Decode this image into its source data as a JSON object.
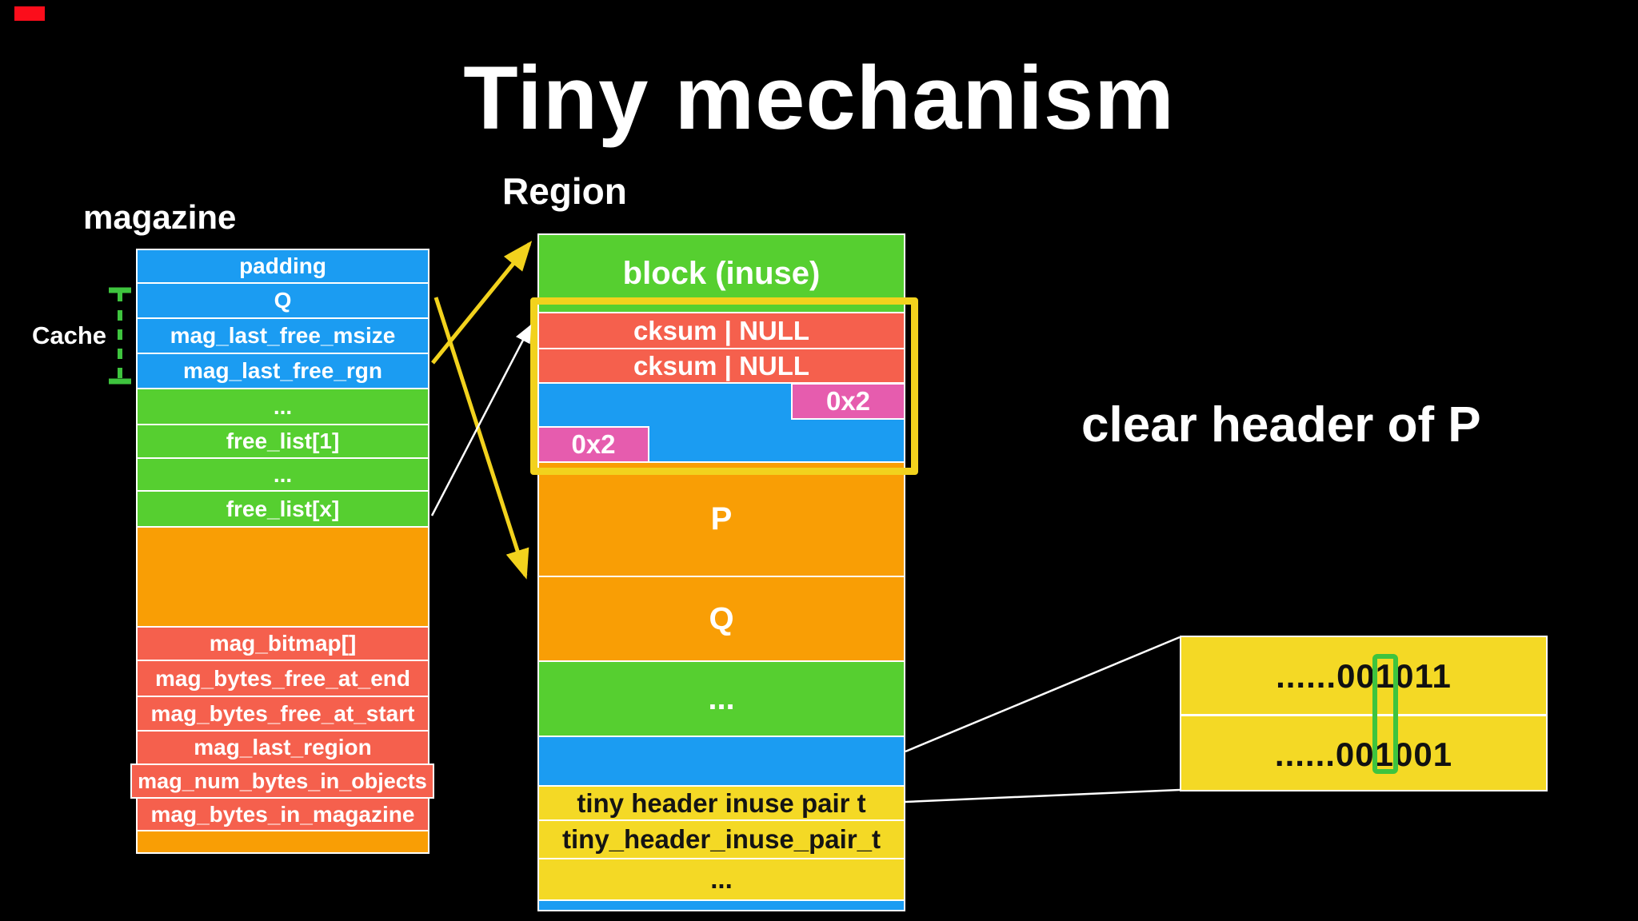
{
  "slide": {
    "title": "Tiny mechanism",
    "annotation": "clear header of P"
  },
  "palette": {
    "blue": "#1b9cf2",
    "green": "#56cf30",
    "orange": "#f99e05",
    "red": "#f5604d",
    "pink": "#e65cae",
    "yellow": "#f4d925",
    "crayon_yellow": "#f2d21d",
    "crayon_green": "#3ec43e",
    "white": "#ffffff",
    "black_bg": "#000000",
    "red_indicator": "#fb0d1b"
  },
  "magazine": {
    "label": "magazine",
    "cache_label": "Cache",
    "rows": [
      {
        "label": "padding",
        "color": "blue"
      },
      {
        "label": "Q",
        "color": "blue"
      },
      {
        "label": "mag_last_free_msize",
        "color": "blue"
      },
      {
        "label": "mag_last_free_rgn",
        "color": "blue"
      },
      {
        "label": "...",
        "color": "green"
      },
      {
        "label": "free_list[1]",
        "color": "green"
      },
      {
        "label": "...",
        "color": "green"
      },
      {
        "label": "free_list[x]",
        "color": "green"
      },
      {
        "label": "",
        "color": "orange"
      },
      {
        "label": "mag_bitmap[]",
        "color": "red"
      },
      {
        "label": "mag_bytes_free_at_end",
        "color": "red"
      },
      {
        "label": "mag_bytes_free_at_start",
        "color": "red"
      },
      {
        "label": "mag_last_region",
        "color": "red"
      },
      {
        "label": "mag_num_bytes_in_objects",
        "color": "red"
      },
      {
        "label": "mag_bytes_in_magazine",
        "color": "red"
      },
      {
        "label": "",
        "color": "orange"
      }
    ]
  },
  "region": {
    "label": "Region",
    "rows": [
      {
        "label": "block (inuse)",
        "color": "green"
      },
      {
        "label": "cksum | NULL",
        "color": "red"
      },
      {
        "label": "cksum | NULL",
        "color": "red"
      },
      {
        "label": "",
        "color": "blue"
      },
      {
        "label": "P",
        "color": "orange"
      },
      {
        "label": "Q",
        "color": "orange"
      },
      {
        "label": "...",
        "color": "green"
      },
      {
        "label": "",
        "color": "blue"
      },
      {
        "label": "tiny header inuse pair t",
        "color": "yellow"
      },
      {
        "label": "tiny_header_inuse_pair_t",
        "color": "yellow"
      },
      {
        "label": "...",
        "color": "yellow"
      },
      {
        "label": "",
        "color": "blue"
      }
    ],
    "pink_tag_right": "0x2",
    "pink_tag_left": "0x2"
  },
  "bits_box": {
    "rows": [
      "......001011",
      "......001001"
    ]
  }
}
